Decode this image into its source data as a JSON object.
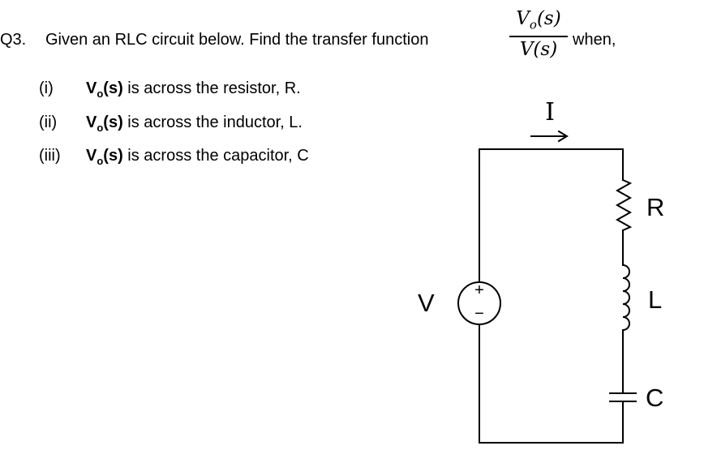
{
  "question": {
    "label": "Q3.",
    "text": "Given an RLC circuit below. Find the transfer function",
    "fraction": {
      "num_var": "V",
      "num_sub": "o",
      "num_arg": "(s)",
      "den": "V(s)"
    },
    "suffix": "when,"
  },
  "items": [
    {
      "num": "(i)",
      "var": "V",
      "sub": "o",
      "arg": "(s)",
      "text": " is across the resistor, R."
    },
    {
      "num": "(ii)",
      "var": "V",
      "sub": "o",
      "arg": "(s)",
      "text": " is across the inductor, L."
    },
    {
      "num": "(iii)",
      "var": "V",
      "sub": "o",
      "arg": "(s)",
      "text": " is across the capacitor, C"
    }
  ],
  "circuit": {
    "current_label": "I",
    "source_label": "V",
    "plus": "+",
    "minus": "−",
    "resistor_label": "R",
    "inductor_label": "L",
    "capacitor_label": "C"
  }
}
